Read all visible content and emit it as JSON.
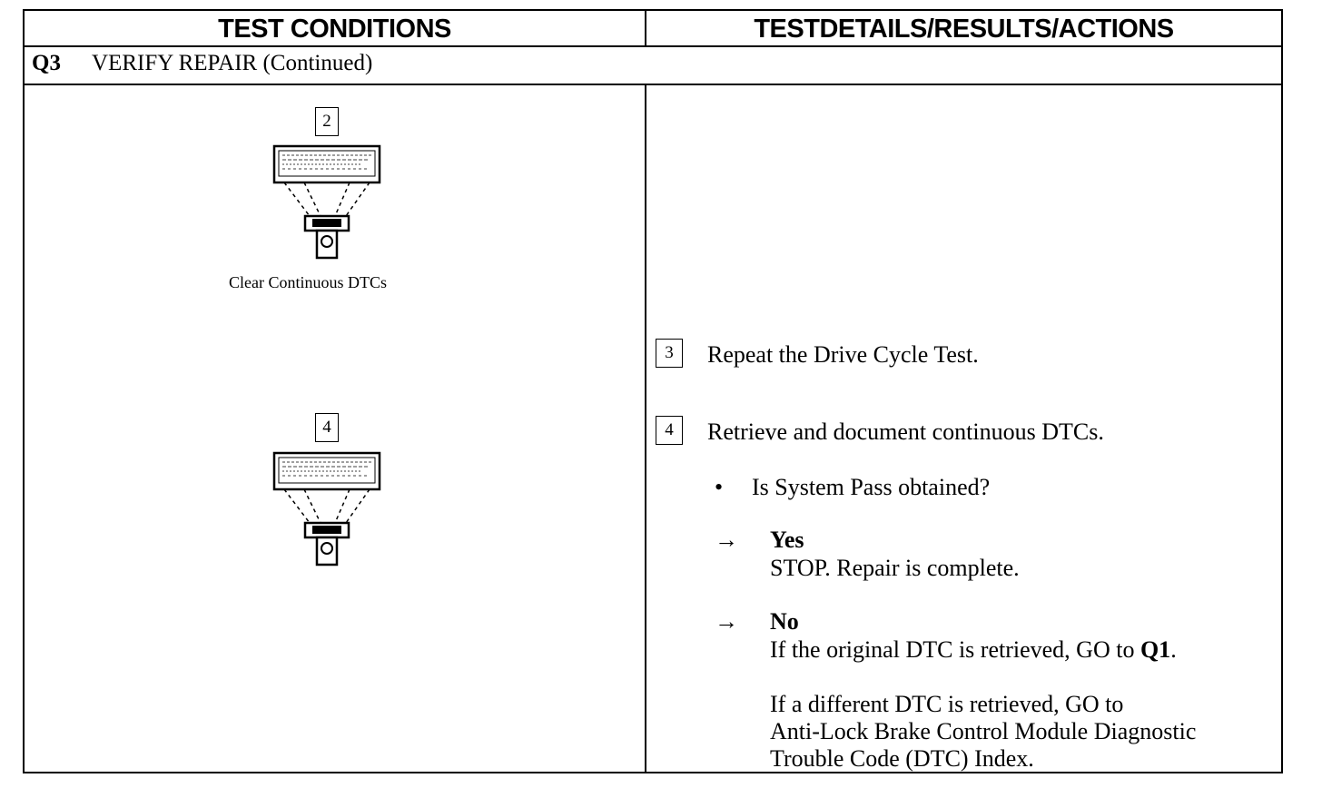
{
  "header": {
    "left_title": "TEST CONDITIONS",
    "right_title": "TESTDETAILS/RESULTS/ACTIONS"
  },
  "section": {
    "id": "Q3",
    "title": "VERIFY REPAIR (Continued)"
  },
  "conditions": [
    {
      "step": "2",
      "caption": "Clear Continuous DTCs",
      "icon": "scan-tool-icon"
    },
    {
      "step": "4",
      "caption": "",
      "icon": "scan-tool-icon"
    }
  ],
  "details": {
    "step3": {
      "step": "3",
      "text": "Repeat the Drive Cycle Test."
    },
    "step4": {
      "step": "4",
      "text": "Retrieve and document continuous DTCs."
    },
    "question": {
      "bullet": "•",
      "text": "Is System Pass obtained?"
    },
    "yes": {
      "arrow": "→",
      "label": "Yes",
      "action": "STOP. Repair is complete."
    },
    "no": {
      "arrow": "→",
      "label": "No",
      "action1_prefix": "If the original DTC is retrieved, GO to ",
      "action1_target": "Q1",
      "action1_suffix": ".",
      "action2_line1": "If a different DTC is retrieved, GO to",
      "action2_line2": "Anti-Lock Brake Control Module Diagnostic",
      "action2_line3": "Trouble Code (DTC) Index."
    }
  }
}
